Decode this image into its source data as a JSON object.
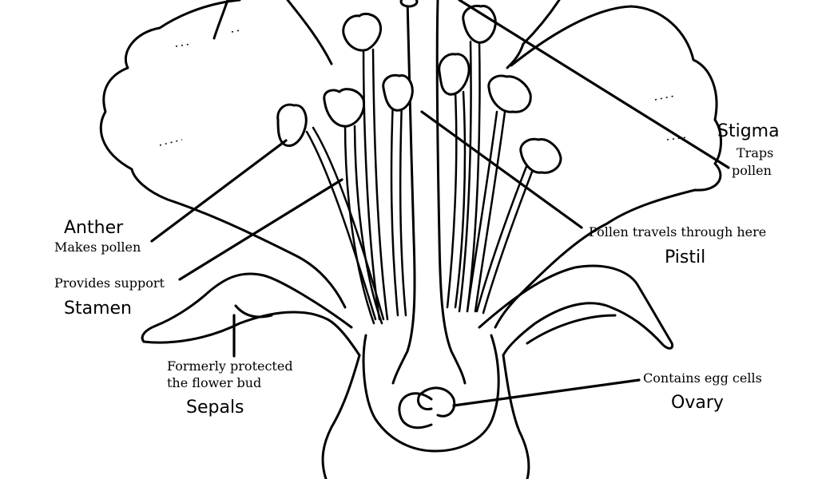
{
  "labels": {
    "stigma": {
      "title": "Stigma",
      "desc_line1": "Traps",
      "desc_line2": "pollen"
    },
    "anther": {
      "title": "Anther",
      "desc": "Makes pollen"
    },
    "stamen": {
      "title": "Stamen",
      "desc": "Provides support"
    },
    "pistil": {
      "title": "Pistil",
      "desc": "Pollen travels through here"
    },
    "sepals": {
      "title": "Sepals",
      "desc_line1": "Formerly protected",
      "desc_line2": "the flower bud"
    },
    "ovary": {
      "title": "Ovary",
      "desc": "Contains egg cells"
    }
  }
}
